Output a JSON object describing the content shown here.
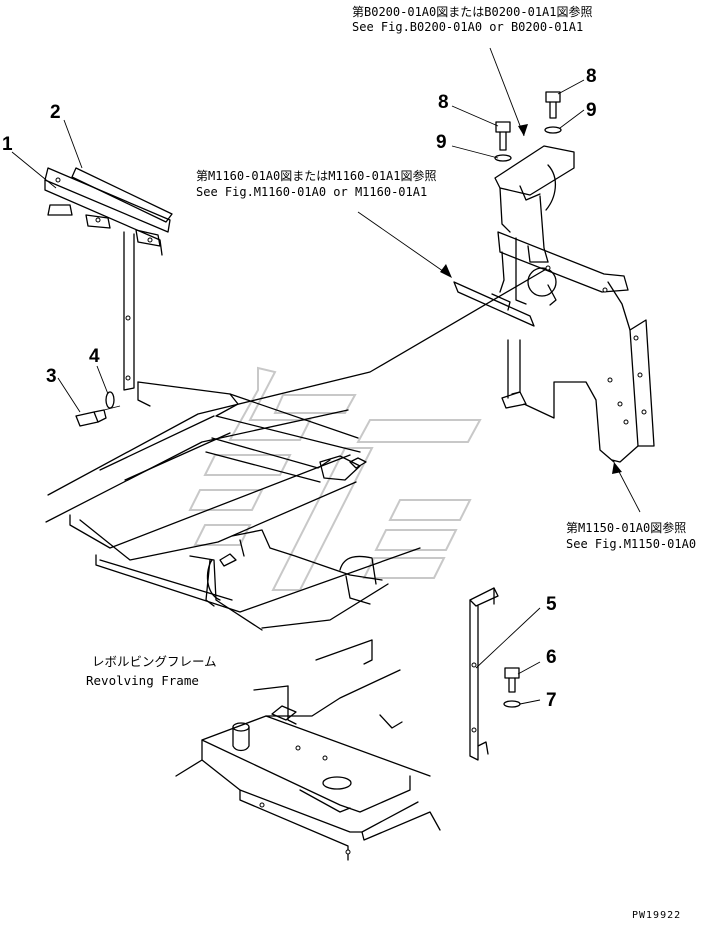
{
  "callouts": [
    "1",
    "2",
    "3",
    "4",
    "5",
    "6",
    "7",
    "8",
    "9"
  ],
  "refs": {
    "b0200": {
      "jp": "第B0200-01A0図またはB0200-01A1図参照",
      "en": "See Fig.B0200-01A0 or B0200-01A1"
    },
    "m1160": {
      "jp": "第M1160-01A0図またはM1160-01A1図参照",
      "en": "See Fig.M1160-01A0 or M1160-01A1"
    },
    "m1150": {
      "jp": "第M1150-01A0図参照",
      "en": "See Fig.M1150-01A0"
    }
  },
  "frame_label": {
    "jp": "レボルビングフレーム",
    "en": "Revolving Frame"
  },
  "drawing_code": "PW19922",
  "watermark_icon": "komatsu-logo-watermark"
}
